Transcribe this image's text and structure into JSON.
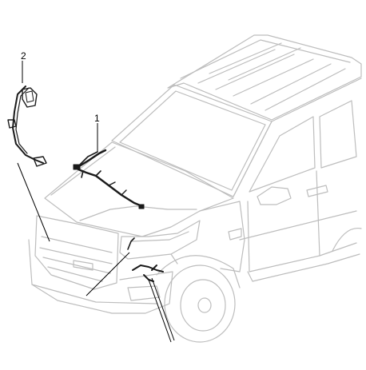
{
  "diagram": {
    "callouts": [
      {
        "label": "1",
        "part": "engine-compartment-harness"
      },
      {
        "label": "2",
        "part": "harness-connector-detail"
      }
    ],
    "colors": {
      "body_outline": "#bdbdbd",
      "harness": "#1a1a1a",
      "leader": "#000000",
      "background": "#ffffff"
    }
  }
}
